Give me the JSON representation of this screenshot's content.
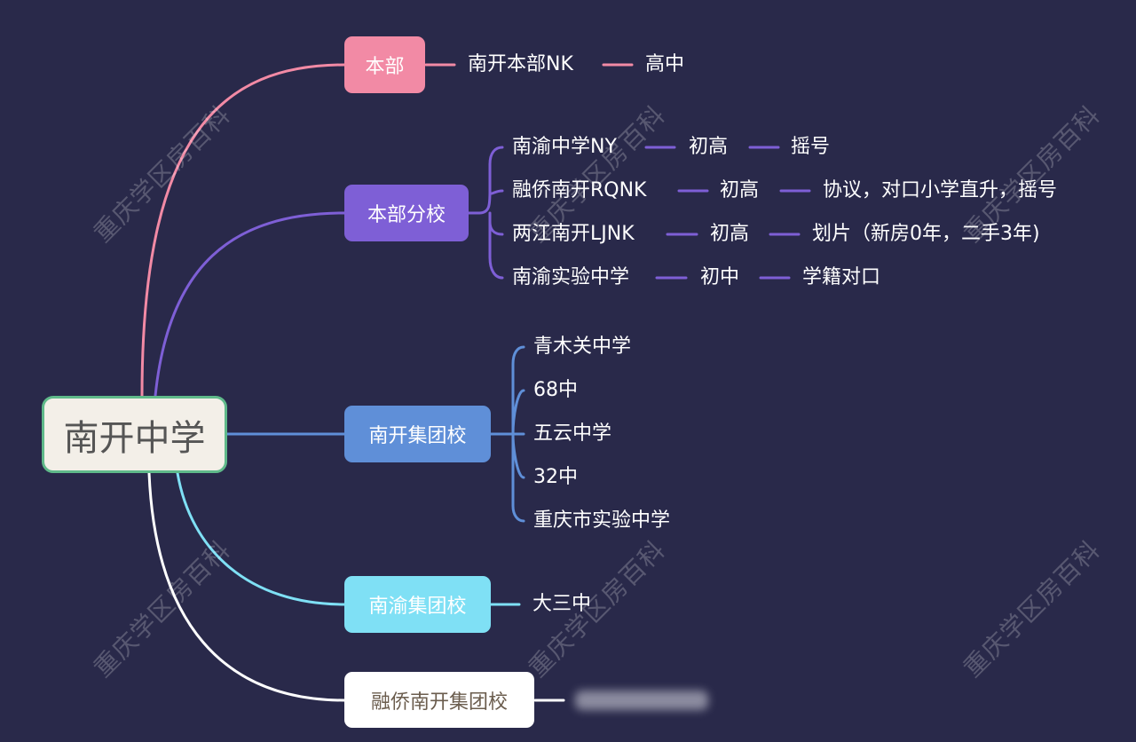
{
  "root": "南开中学",
  "watermark": "重庆学区房百科",
  "colors": {
    "background": "#29294a",
    "pink": "#f28aa5",
    "purple": "#7e5fd6",
    "blue": "#5f8fd8",
    "cyan": "#7fe0f5",
    "white": "#ffffff"
  },
  "branches": [
    {
      "label": "本部",
      "rows": [
        [
          "南开本部NK",
          "高中"
        ]
      ]
    },
    {
      "label": "本部分校",
      "rows": [
        [
          "南渝中学NY",
          "初高",
          "摇号"
        ],
        [
          "融侨南开RQNK",
          "初高",
          "协议，对口小学直升，摇号"
        ],
        [
          "两江南开LJNK",
          "初高",
          "划片（新房0年，二手3年)"
        ],
        [
          "南渝实验中学",
          "初中",
          "学籍对口"
        ]
      ]
    },
    {
      "label": "南开集团校",
      "items": [
        "青木关中学",
        "68中",
        "五云中学",
        "32中",
        "重庆市实验中学"
      ]
    },
    {
      "label": "南渝集团校",
      "items": [
        "大三中"
      ]
    },
    {
      "label": "融侨南开集团校"
    }
  ]
}
